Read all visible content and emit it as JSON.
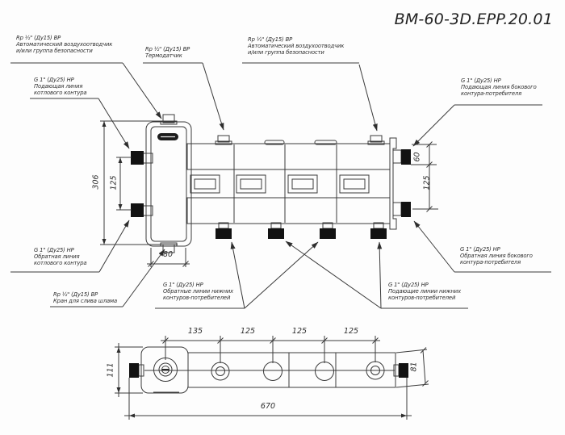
{
  "drawing": {
    "title": "BM-60-3D.EPP.20.01",
    "type_note": "hydraulic separator with distribution manifold, front and bottom views"
  },
  "colors": {
    "line": "#3a3a3a",
    "port_fill": "#121212",
    "background": "#fdfdfd",
    "text": "#2e2e2e"
  },
  "callouts": {
    "separator_air_vent": {
      "line1": "Rp ½\" (Ду15) ВР",
      "line2": "Автоматический воздухоотводчик",
      "line3": "и/или группа безопасности"
    },
    "thermo_sensor": {
      "line1": "Rp ½\" (Ду15) ВР",
      "line2": "Термодатчик"
    },
    "manifold_air_vent": {
      "line1": "Rp ½\" (Ду15) ВР",
      "line2": "Автоматический воздухоотводчик",
      "line3": "и/или группа безопасности"
    },
    "boiler_supply": {
      "line1": "G 1\" (Ду25) НР",
      "line2": "Подающая линия",
      "line3": "котлового контура"
    },
    "boiler_return": {
      "line1": "G 1\" (Ду25) НР",
      "line2": "Обратная линия",
      "line3": "котлового контура"
    },
    "sludge_drain": {
      "line1": "Rp ½\" (Ду15) ВР",
      "line2": "Кран для слива шлама"
    },
    "side_supply": {
      "line1": "G 1\" (Ду25) НР",
      "line2": "Подающая линия бокового",
      "line3": "контура-потребителя"
    },
    "side_return": {
      "line1": "G 1\" (Ду25) НР",
      "line2": "Обратная линия бокового",
      "line3": "контура-потребителя"
    },
    "lower_returns": {
      "line1": "G 1\" (Ду25) НР",
      "line2": "Обратные линии нижних",
      "line3": "контуров-потребителей"
    },
    "lower_supplies": {
      "line1": "G 1\" (Ду25) НР",
      "line2": "Подающие линии нижних",
      "line3": "контуров-потребителей"
    }
  },
  "dimensions_mm": {
    "front": {
      "overall_height": "306",
      "boiler_ports_spacing": "125",
      "separator_width": "80",
      "side_port_offset": "60",
      "side_ports_spacing": "125"
    },
    "bottom": {
      "separator_to_first_outlet": "135",
      "outlet_spacing_1": "125",
      "outlet_spacing_2": "125",
      "outlet_spacing_3": "125",
      "overall_length": "670",
      "separator_depth": "111",
      "manifold_depth": "81"
    }
  }
}
